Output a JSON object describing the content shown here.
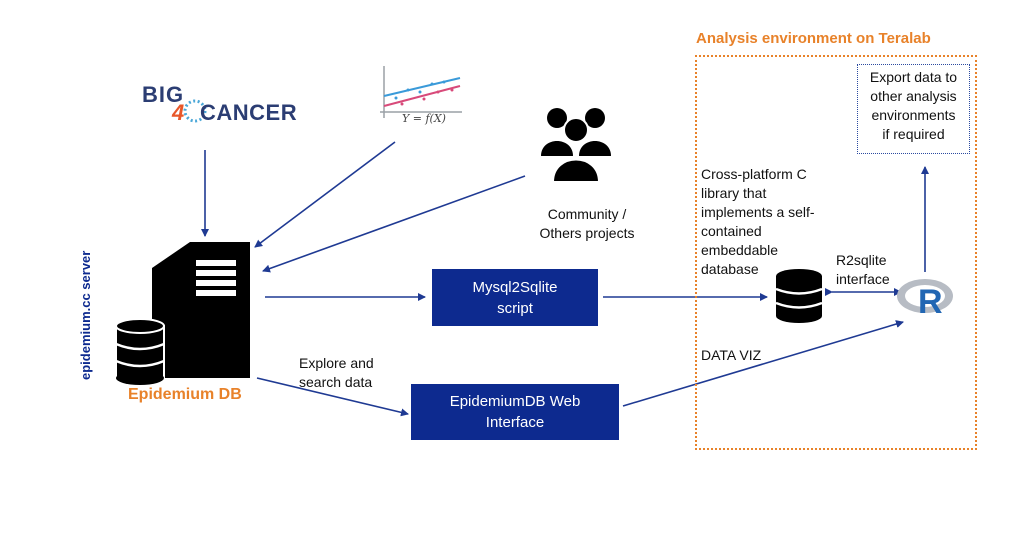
{
  "panel": {
    "title": "Analysis environment on Teralab"
  },
  "export_box": {
    "lines": [
      "Export data to",
      "other analysis",
      "environments",
      "if required"
    ]
  },
  "logo": {
    "big": "BIG",
    "four": "4",
    "cancer": "CANCER"
  },
  "formula": {
    "text": "Y = f(X)"
  },
  "community": {
    "lines": [
      "Community /",
      "Others projects"
    ]
  },
  "server": {
    "vertical_label": "epidemium.cc server",
    "db_label": "Epidemium DB"
  },
  "mysql_box": {
    "lines": [
      "Mysql2Sqlite",
      "script"
    ]
  },
  "web_box": {
    "lines": [
      "EpidemiumDB Web",
      "Interface"
    ]
  },
  "explore": {
    "lines": [
      "Explore and",
      "search data"
    ]
  },
  "sqlite_desc": {
    "lines": [
      "Cross-platform C",
      "library that",
      "implements a self-",
      "contained",
      "embeddable",
      "database"
    ]
  },
  "r2sqlite": {
    "lines": [
      "R2sqlite",
      "interface"
    ]
  },
  "dataviz": {
    "text": "DATA VIZ"
  },
  "r_logo": {
    "letter": "R"
  },
  "colors": {
    "orange": "#e8822a",
    "navy": "#0d2a8f",
    "arrow": "#1f3a93"
  }
}
